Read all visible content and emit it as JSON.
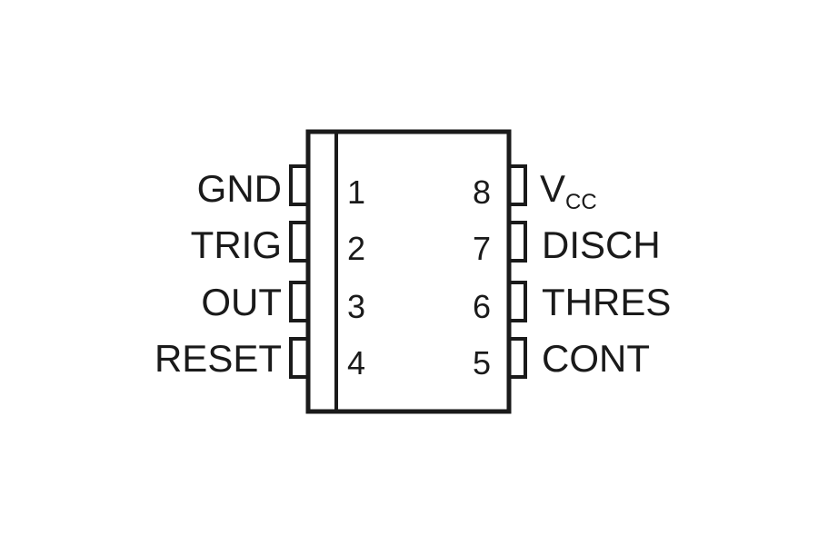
{
  "pins_left": [
    {
      "number": "1",
      "label": "GND"
    },
    {
      "number": "2",
      "label": "TRIG"
    },
    {
      "number": "3",
      "label": "OUT"
    },
    {
      "number": "4",
      "label": "RESET"
    }
  ],
  "pins_right": [
    {
      "number": "8",
      "label": "V",
      "label_sub": "CC"
    },
    {
      "number": "7",
      "label": "DISCH"
    },
    {
      "number": "6",
      "label": "THRES"
    },
    {
      "number": "5",
      "label": "CONT"
    }
  ],
  "colors": {
    "stroke": "#1a1a1a",
    "background": "#ffffff"
  }
}
